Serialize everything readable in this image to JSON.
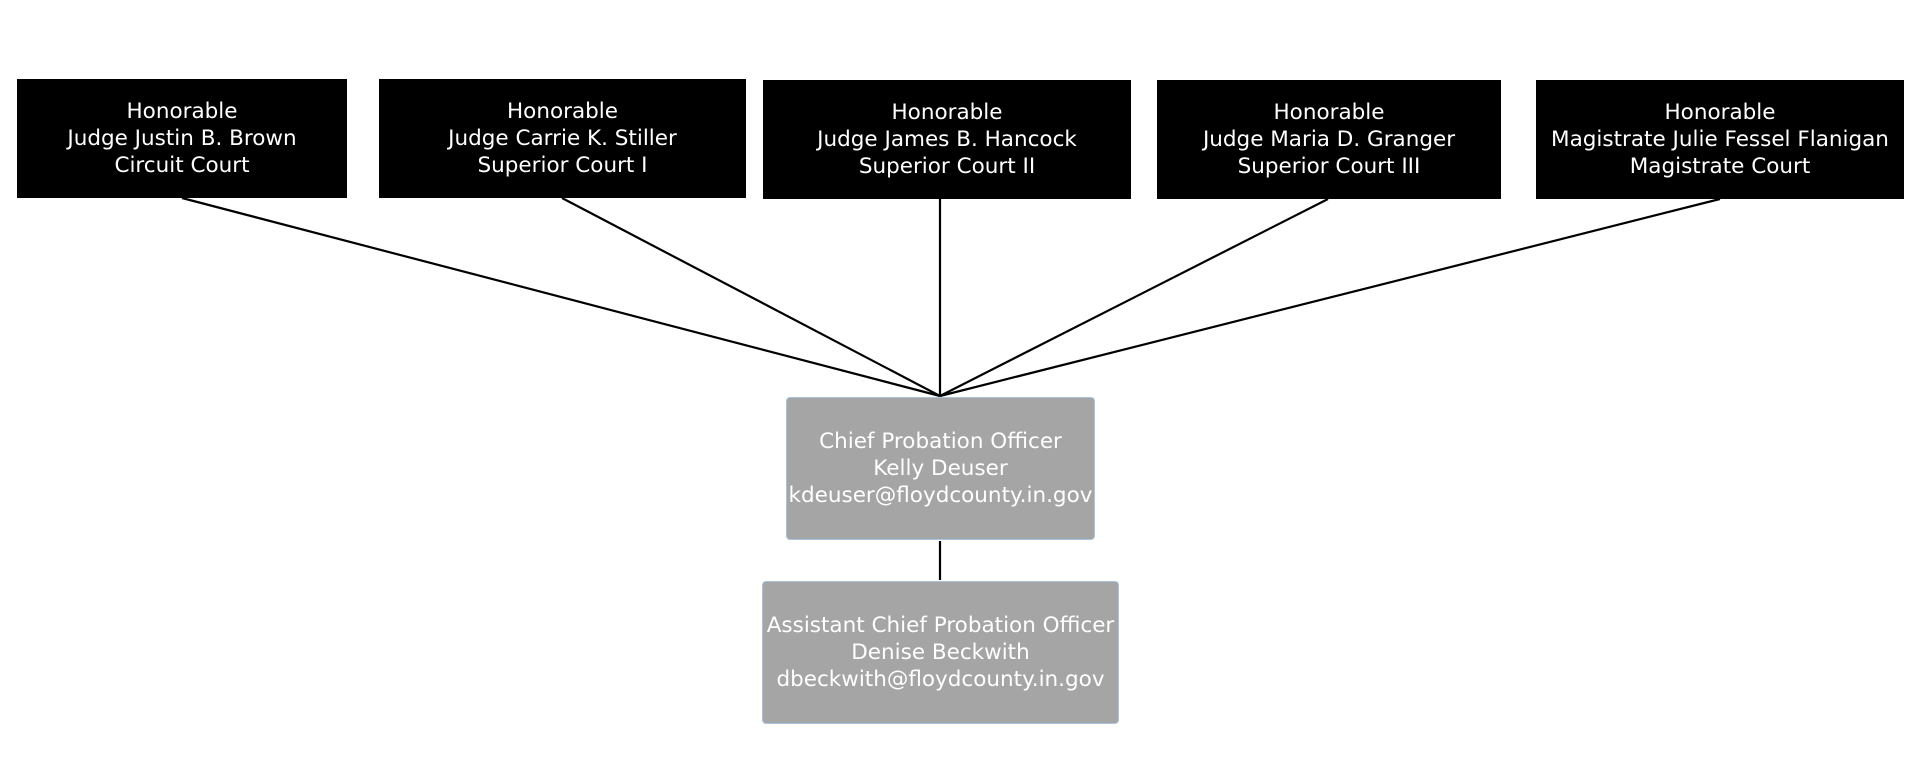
{
  "judges": [
    {
      "title": "Honorable",
      "name": "Judge Justin B. Brown",
      "court": "Circuit Court"
    },
    {
      "title": "Honorable",
      "name": "Judge Carrie K. Stiller",
      "court": "Superior Court I"
    },
    {
      "title": "Honorable",
      "name": "Judge James B. Hancock",
      "court": "Superior Court II"
    },
    {
      "title": "Honorable",
      "name": "Judge Maria D. Granger",
      "court": "Superior Court III"
    },
    {
      "title": "Honorable",
      "name": "Magistrate Julie Fessel Flanigan",
      "court": "Magistrate Court"
    }
  ],
  "chief_officer": {
    "title": "Chief Probation Officer",
    "name": "Kelly Deuser",
    "email": "kdeuser@floydcounty.in.gov"
  },
  "assistant_officer": {
    "title": "Assistant Chief Probation Officer",
    "name": "Denise Beckwith",
    "email": "dbeckwith@floydcounty.in.gov"
  },
  "colors": {
    "judge_box": "#000000",
    "officer_box": "#a5a5a5",
    "officer_border": "#a9c3dc",
    "text": "#ffffff",
    "connector": "#000000"
  }
}
